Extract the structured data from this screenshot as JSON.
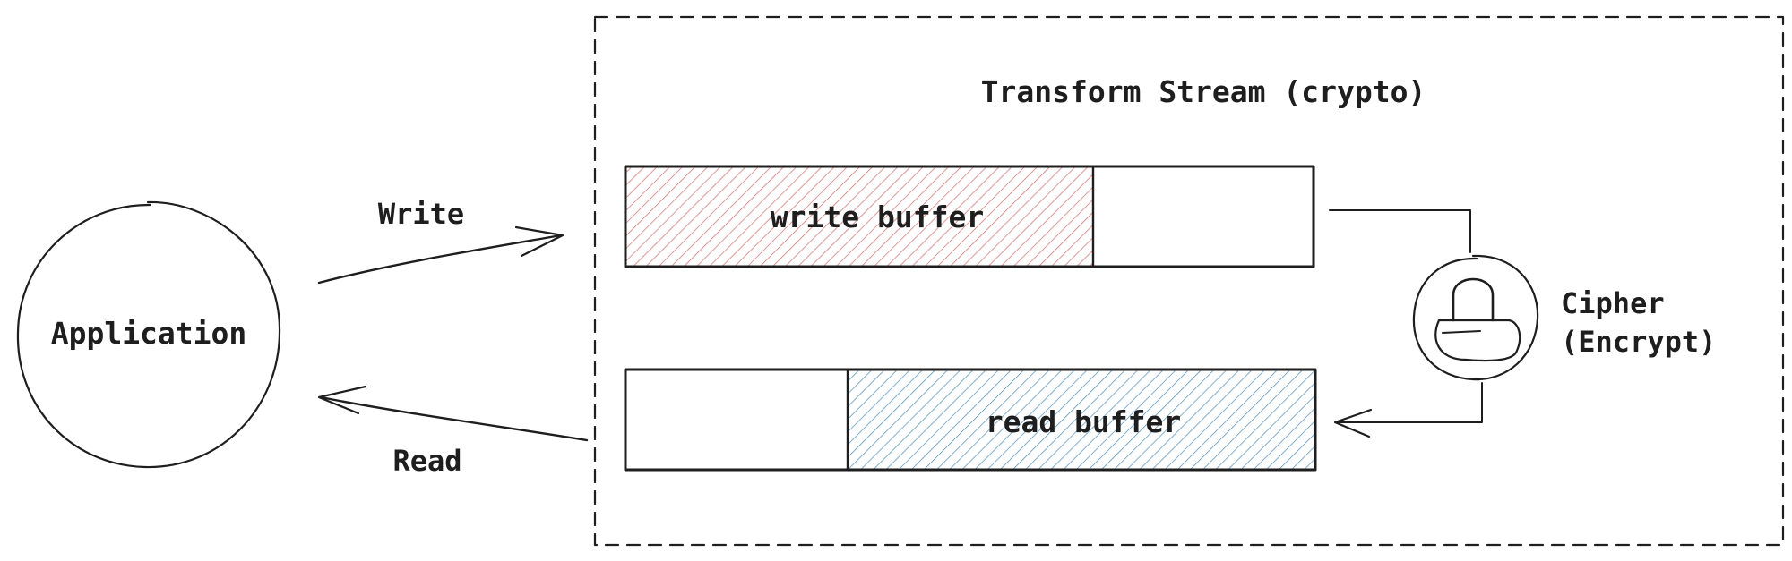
{
  "nodes": {
    "application": "Application",
    "container_title": "Transform Stream (crypto)",
    "write_buffer": "write buffer",
    "read_buffer": "read buffer",
    "cipher_line1": "Cipher",
    "cipher_line2": "(Encrypt)"
  },
  "edges": {
    "write": "Write",
    "read": "Read"
  },
  "colors": {
    "ink": "#1e1e1e",
    "write_fill": "#e03131",
    "read_fill": "#1971c2"
  }
}
